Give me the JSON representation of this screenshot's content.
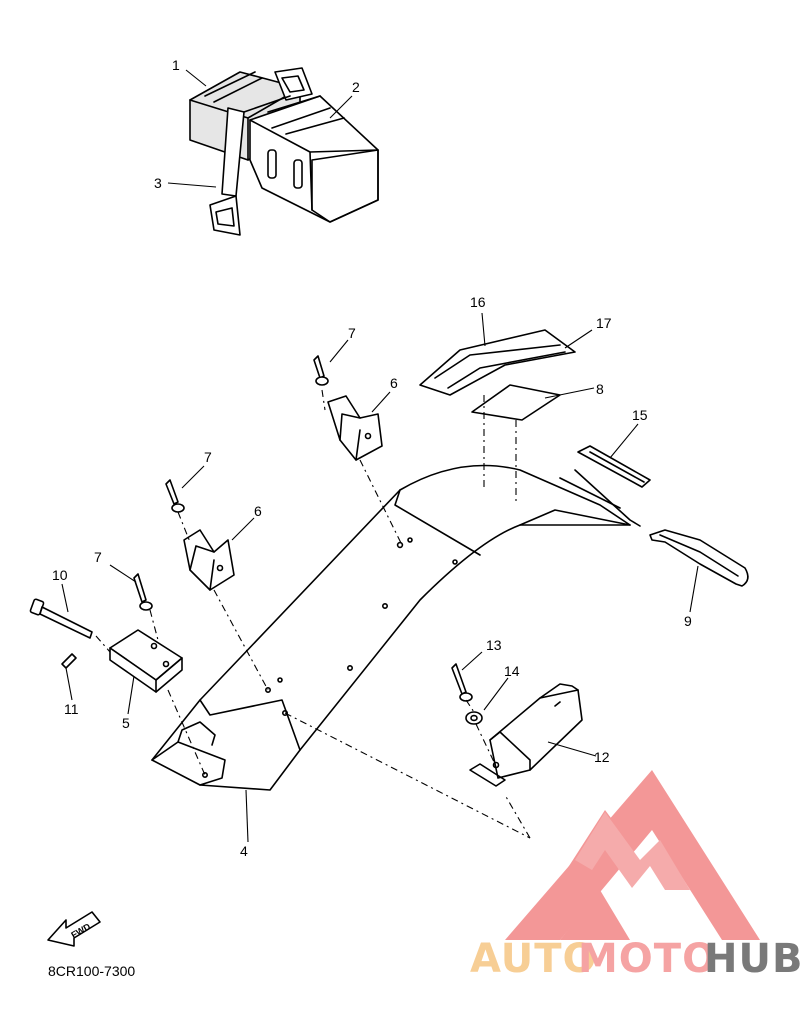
{
  "diagram": {
    "code": "8CR100-7300",
    "fwd_label": "FWD",
    "callouts": [
      "1",
      "2",
      "3",
      "16",
      "17",
      "7",
      "6",
      "8",
      "15",
      "7",
      "6",
      "7",
      "10",
      "9",
      "11",
      "5",
      "13",
      "14",
      "12",
      "4"
    ]
  },
  "watermark": {
    "brand_part1": "AUTO",
    "brand_part2": "MOTO",
    "brand_part3": "HUB",
    "colors": {
      "auto": "#f7c98a",
      "moto": "#f59a9a",
      "hub": "#6b6b6b",
      "triangle": "#f28c8c"
    }
  }
}
